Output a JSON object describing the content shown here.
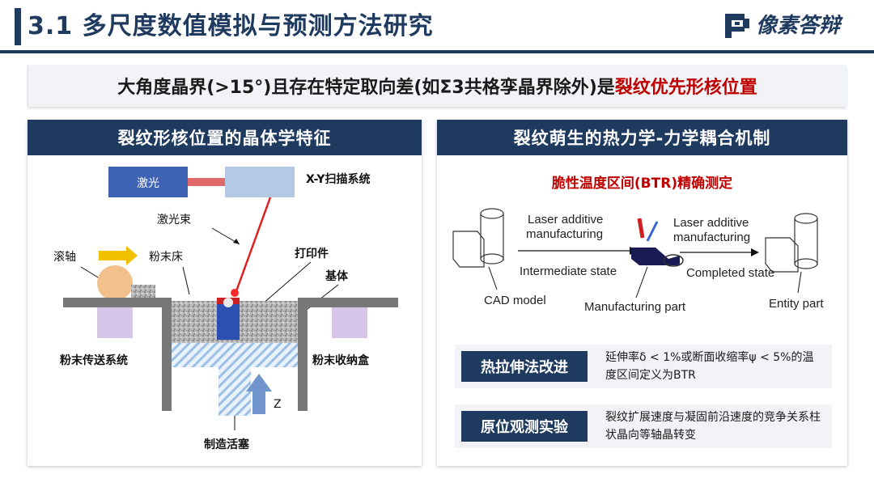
{
  "header": {
    "title": "3.1 多尺度数值模拟与预测方法研究",
    "brand": "像素答辩",
    "brand_logo_icon": "pixel-logo-icon",
    "colors": {
      "primary": "#1f3a5f",
      "highlight": "#c00000"
    }
  },
  "banner": {
    "text_main": "大角度晶界(>15°)且存在特定取向差(如Σ3共格孪晶界除外)是",
    "text_highlight": "裂纹优先形核位置"
  },
  "left_panel": {
    "title": "裂纹形核位置的晶体学特征",
    "diagram": {
      "laser": "激光",
      "scanner": "X-Y扫描系统",
      "beam": "激光束",
      "roller": "滚轴",
      "powder_bed": "粉末床",
      "printed_part": "打印件",
      "substrate": "基体",
      "powder_feed": "粉末传送系统",
      "powder_collect": "粉末收纳盒",
      "z_axis": "Z",
      "piston": "制造活塞"
    }
  },
  "right_panel": {
    "title": "裂纹萌生的热力学-力学耦合机制",
    "btr_title": "脆性温度区间(BTR)精确测定",
    "flow": {
      "laser_1": "Laser additive",
      "manuf_1": "manufacturing",
      "intermediate": "Intermediate state",
      "cad": "CAD model",
      "manufacturing_part": "Manufacturing part",
      "laser_2": "Laser additive",
      "manuf_2": "manufacturing",
      "completed": "Completed state",
      "entity": "Entity part"
    },
    "methods": [
      {
        "tag": "热拉伸法改进",
        "desc": "延伸率δ < 1%或断面收缩率ψ < 5%的温度区间定义为BTR"
      },
      {
        "tag": "原位观测实验",
        "desc": "裂纹扩展速度与凝固前沿速度的竞争关系柱状晶向等轴晶转变"
      }
    ]
  }
}
